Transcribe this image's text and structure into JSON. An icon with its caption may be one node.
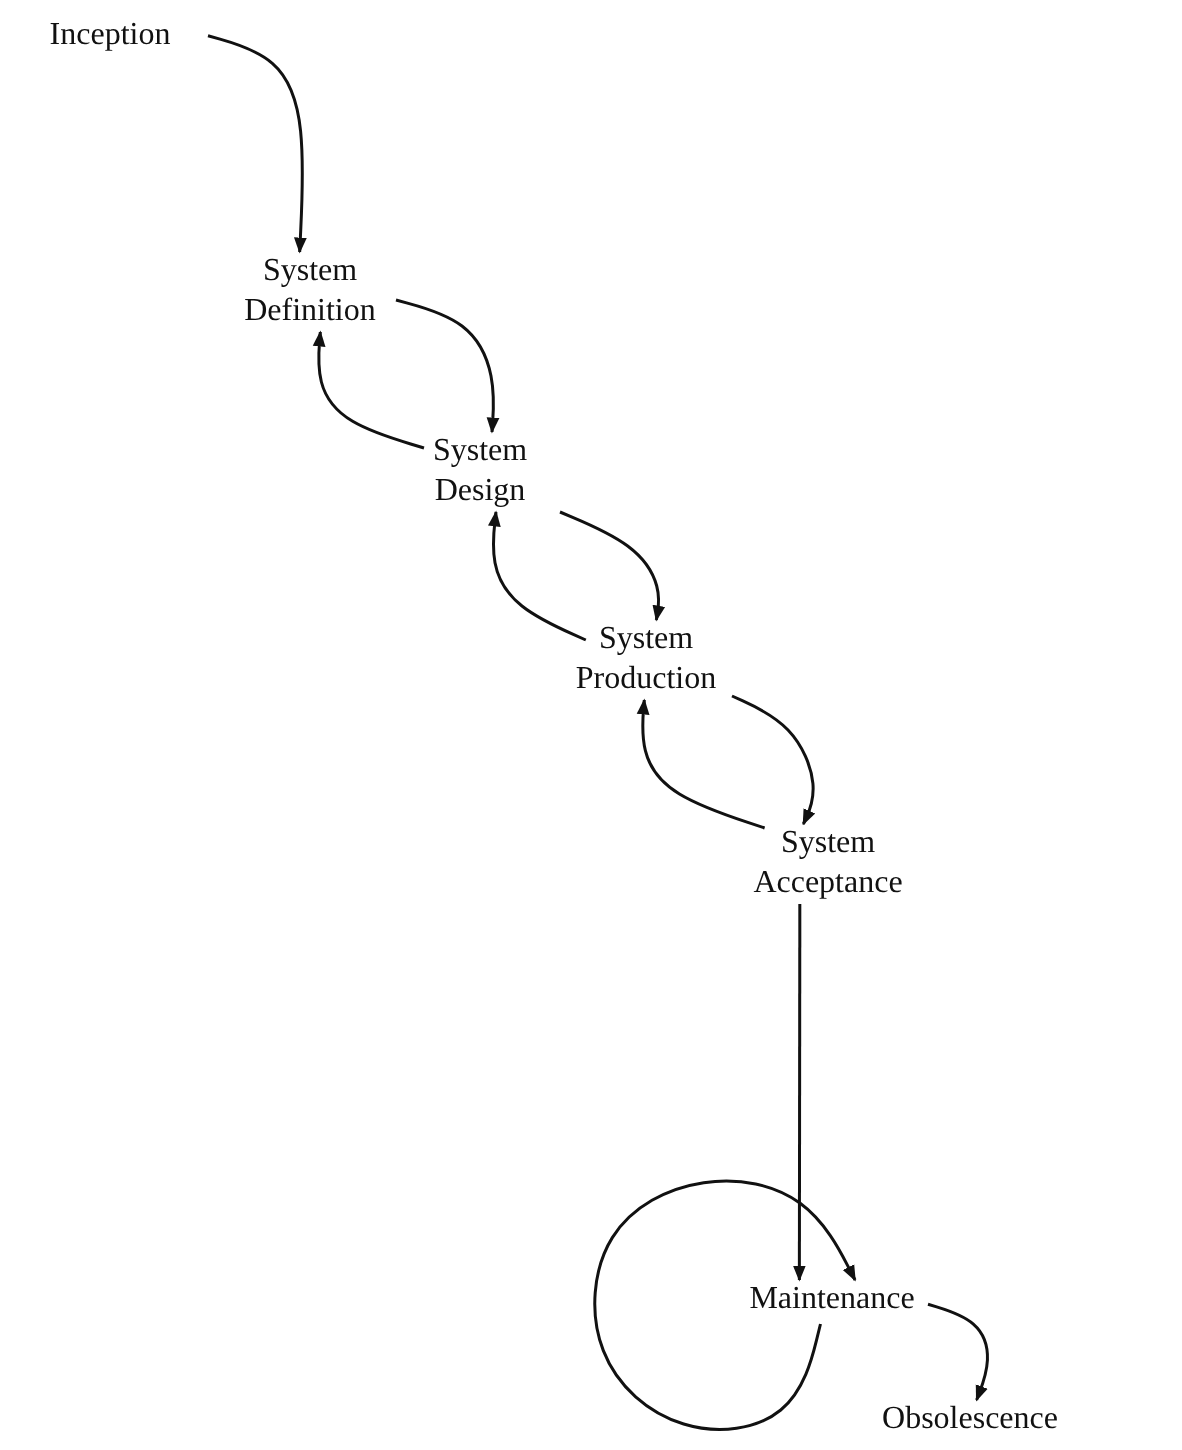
{
  "diagram": {
    "nodes": [
      {
        "text": [
          "Inception"
        ]
      },
      {
        "text": [
          "System Definition"
        ]
      },
      {
        "text": [
          "System Design"
        ]
      },
      {
        "text": [
          "System Production"
        ]
      },
      {
        "text": [
          "System Acceptance"
        ]
      },
      {
        "text": [
          "Maintenance"
        ]
      },
      {
        "text": [
          "Obsolescence"
        ]
      }
    ],
    "edges": [
      {
        "from": 0,
        "to": 1,
        "arrow": "to"
      },
      {
        "from": 1,
        "to": 2,
        "arrow": "to"
      },
      {
        "from": 2,
        "to": 1,
        "arrow": "to"
      },
      {
        "from": 2,
        "to": 3,
        "arrow": "to"
      },
      {
        "from": 3,
        "to": 2,
        "arrow": "to"
      },
      {
        "from": 3,
        "to": 4,
        "arrow": "to"
      },
      {
        "from": 4,
        "to": 3,
        "arrow": "to"
      },
      {
        "from": 4,
        "to": 5,
        "arrow": "to"
      },
      {
        "from": 5,
        "to": 5,
        "arrow": "to"
      },
      {
        "from": 5,
        "to": 6,
        "arrow": "to"
      }
    ]
  }
}
